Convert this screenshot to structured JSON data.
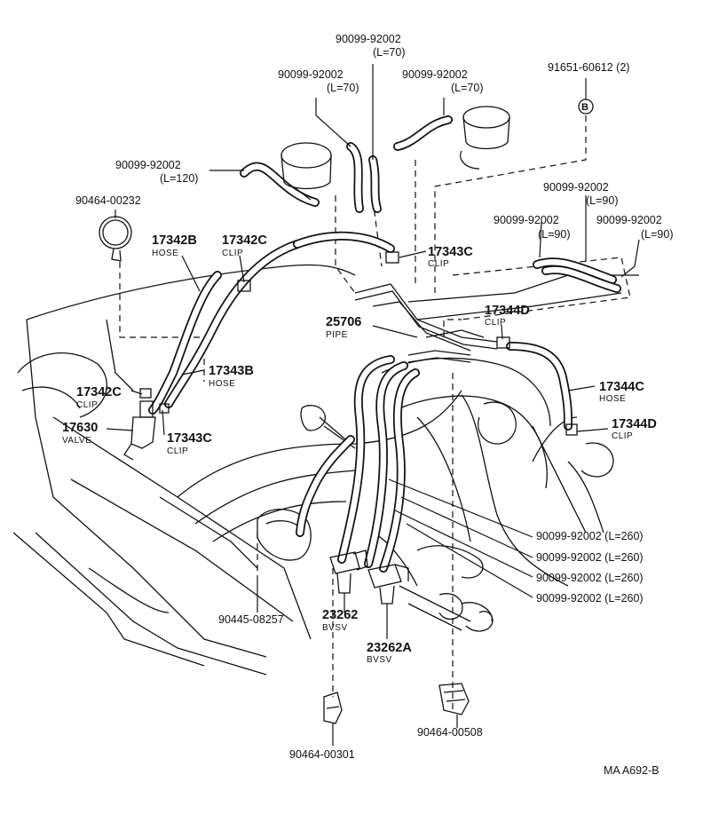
{
  "diagram": {
    "code": "MA A692-B",
    "bolt_marker": "B",
    "hoses": [
      {
        "part": "90099-92002",
        "length": "(L=70)"
      },
      {
        "part": "90099-92002",
        "length": "(L=70)"
      },
      {
        "part": "90099-92002",
        "length": "(L=70)"
      },
      {
        "part": "90099-92002",
        "length": "(L=120)"
      },
      {
        "part": "90099-92002",
        "length": "(L=90)"
      },
      {
        "part": "90099-92002",
        "length": "(L=90)"
      },
      {
        "part": "90099-92002",
        "length": "(L=90)"
      }
    ],
    "long_hoses": [
      "90099-92002 (L=260)",
      "90099-92002 (L=260)",
      "90099-92002 (L=260)",
      "90099-92002 (L=260)"
    ],
    "parts": [
      {
        "part": "91651-60612 (2)",
        "desc": ""
      },
      {
        "part": "90464-00232",
        "desc": ""
      },
      {
        "part": "17342B",
        "desc": "HOSE"
      },
      {
        "part": "17342C",
        "desc": "CLIP"
      },
      {
        "part": "17343C",
        "desc": "CLIP"
      },
      {
        "part": "25706",
        "desc": "PIPE"
      },
      {
        "part": "17344D",
        "desc": "CLIP"
      },
      {
        "part": "17343B",
        "desc": "HOSE"
      },
      {
        "part": "17342C",
        "desc": "CLIP"
      },
      {
        "part": "17630",
        "desc": "VALVE"
      },
      {
        "part": "17343C",
        "desc": "CLIP"
      },
      {
        "part": "17344C",
        "desc": "HOSE"
      },
      {
        "part": "17344D",
        "desc": "CLIP"
      },
      {
        "part": "90445-08257",
        "desc": ""
      },
      {
        "part": "23262",
        "desc": "BVSV"
      },
      {
        "part": "23262A",
        "desc": "BVSV"
      },
      {
        "part": "90464-00301",
        "desc": ""
      },
      {
        "part": "90464-00508",
        "desc": ""
      }
    ]
  }
}
